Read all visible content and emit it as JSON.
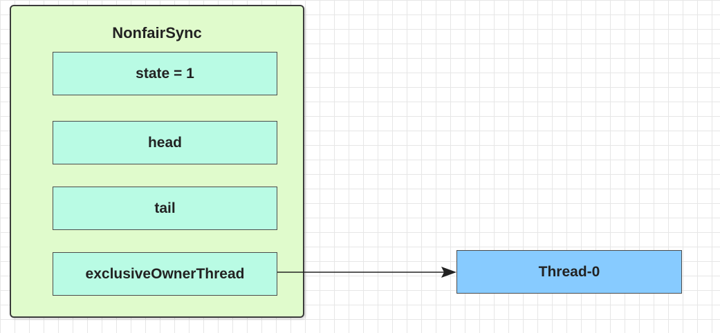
{
  "diagram": {
    "container": {
      "title": "NonfairSync",
      "fields": [
        {
          "label": "state = 1"
        },
        {
          "label": "head"
        },
        {
          "label": "tail"
        },
        {
          "label": "exclusiveOwnerThread"
        }
      ]
    },
    "thread": {
      "label": "Thread-0"
    },
    "colors": {
      "container_fill": "#e0fbcc",
      "field_fill": "#b9fbe4",
      "thread_fill": "#87cbff",
      "border": "#3b3b3b"
    }
  }
}
